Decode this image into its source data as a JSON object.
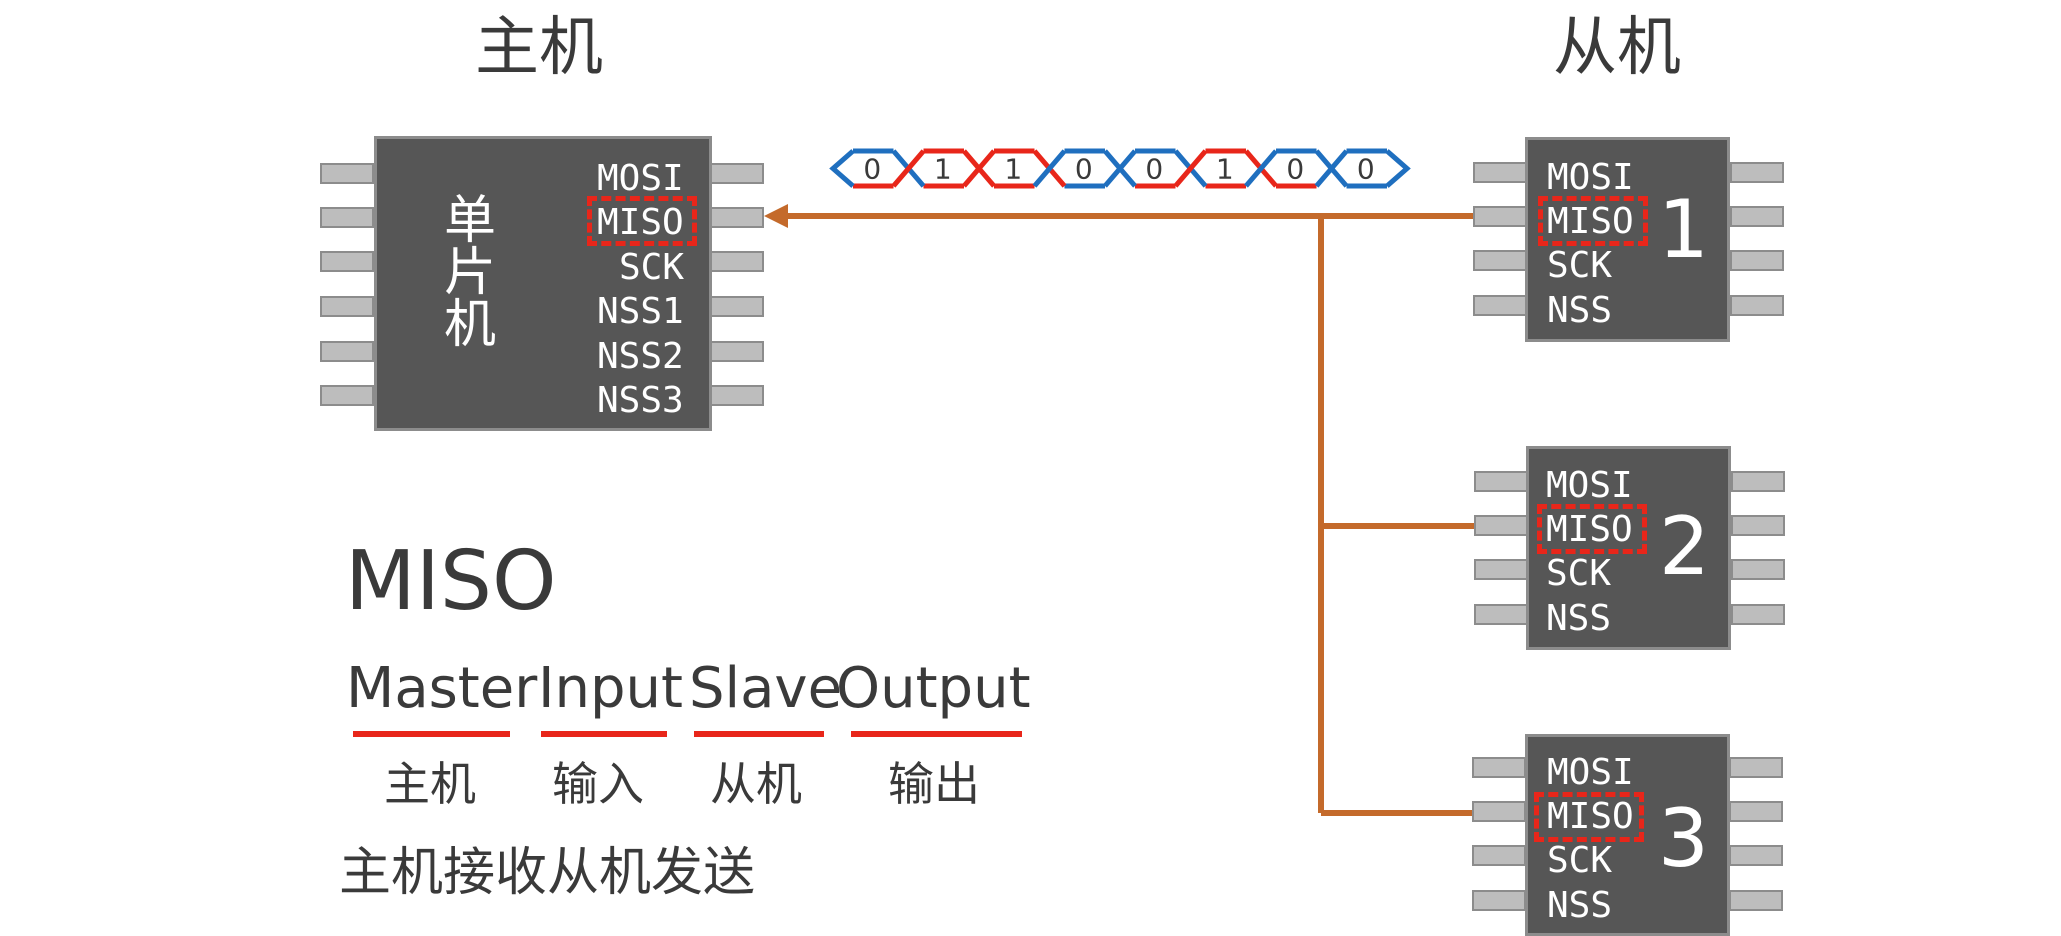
{
  "headings": {
    "master": "主机",
    "slave": "从机"
  },
  "master_chip": {
    "name": "单片机",
    "pins": [
      "MOSI",
      "MISO",
      "SCK",
      "NSS1",
      "NSS2",
      "NSS3"
    ],
    "highlighted_pin": "MISO"
  },
  "slaves": [
    {
      "number": "1",
      "pins": [
        "MOSI",
        "MISO",
        "SCK",
        "NSS"
      ]
    },
    {
      "number": "2",
      "pins": [
        "MOSI",
        "MISO",
        "SCK",
        "NSS"
      ]
    },
    {
      "number": "3",
      "pins": [
        "MOSI",
        "MISO",
        "SCK",
        "NSS"
      ]
    }
  ],
  "bitstream": [
    "0",
    "1",
    "1",
    "0",
    "0",
    "1",
    "0",
    "0"
  ],
  "colors": {
    "chip_body": "#565656",
    "chip_border": "#8c8c8c",
    "pin": "#bdbdbd",
    "wire": "#c46a2b",
    "highlight": "#e8261a",
    "bit_zero": "#1f6fbf",
    "bit_one": "#e8261a",
    "text": "#3a3a3a"
  },
  "acronym": {
    "title": "MISO",
    "words": [
      {
        "en": "Master",
        "cn": "主机"
      },
      {
        "en": "Input",
        "cn": "输入"
      },
      {
        "en": "Slave",
        "cn": "从机"
      },
      {
        "en": "Output",
        "cn": "输出"
      }
    ],
    "summary": "主机接收从机发送"
  }
}
